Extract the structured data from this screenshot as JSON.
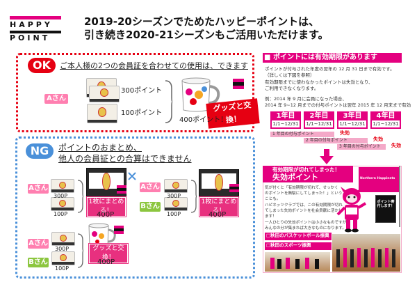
{
  "logo": {
    "line1": "HAPPY",
    "line2": "POINT",
    "color_top": "#e4007f",
    "color_bottom": "#111111"
  },
  "headline": {
    "line1": "2019-20シーズンでためたハッピーポイントは、",
    "line2": "引き続き2020-21シーズンもご活用いただけます。"
  },
  "ok": {
    "badge": "OK",
    "title": "ご本人様の2つの会員証を合わせての使用は、できます",
    "person": "Aさん",
    "card1_points": "300ポイント",
    "card2_points": "100ポイント",
    "exchange_label": "グッズと交換！",
    "total_label": "400ポイント！",
    "color": "#e60012"
  },
  "ng": {
    "badge": "NG",
    "title_line1": "ポイントのおまとめ、",
    "title_line2": "他人の会員証との合算はできません",
    "person_a": "Aさん",
    "person_b": "Bさん",
    "points_300": "300P",
    "points_100": "100P",
    "merge_label": "1枚にまとめる！",
    "total": "400P",
    "exchange_label": "グッズと交換！",
    "color": "#4a90d9"
  },
  "expiry": {
    "title": "ポイントには有効期限があります",
    "desc1": "ポイントが付与された年度の翌年の 12 月 31 日まで有効です。",
    "desc2": "（詳しくは下図を参照）",
    "desc3": "有効期限までに使わなかったポイントは失効となり、",
    "desc4": "ご利用できなくなります。",
    "example1": "例：2014 年 9 月に会員になった場合、",
    "example2": "2014 年 9~12 月までの付与ポイントは翌年 2015 年 12 月末まで有効",
    "years": [
      {
        "label": "1年目",
        "range": "1/1~12/31"
      },
      {
        "label": "2年目",
        "range": "1/1~12/31"
      },
      {
        "label": "3年目",
        "range": "1/1~12/31"
      },
      {
        "label": "4年目",
        "range": "1/1~12/31"
      }
    ],
    "rows": [
      "1 年目の付与ポイント",
      "2 年目の付与ポイント",
      "3 年目の付与ポイント"
    ],
    "lost_label": "失効",
    "color": "#e4007f"
  },
  "lost_panel": {
    "sub": "有効期限が切れてしまった！",
    "title": "失効ポイント",
    "body1": "気が付くと「有効期限が切れて、せっかく",
    "body2": "のポイントを無駄にしてしまった！」という",
    "body3": "ことも。",
    "body4": "ハピネッツクラブでは、この有効期限が切れ",
    "body5": "てしまった失効ポイントを社会貢献に活かし",
    "body6": "ます！",
    "body7": "一人ひとりの失効ポイントは小さなものですが、",
    "body8": "みんなの分が集まれば大きなものになります。",
    "flag_text": "Northern Happinets",
    "sign_text": "ポイント寄付します！",
    "cause1": "□秋田のバスケットボール振興",
    "cause2": "□秋田のスポーツ振興"
  }
}
